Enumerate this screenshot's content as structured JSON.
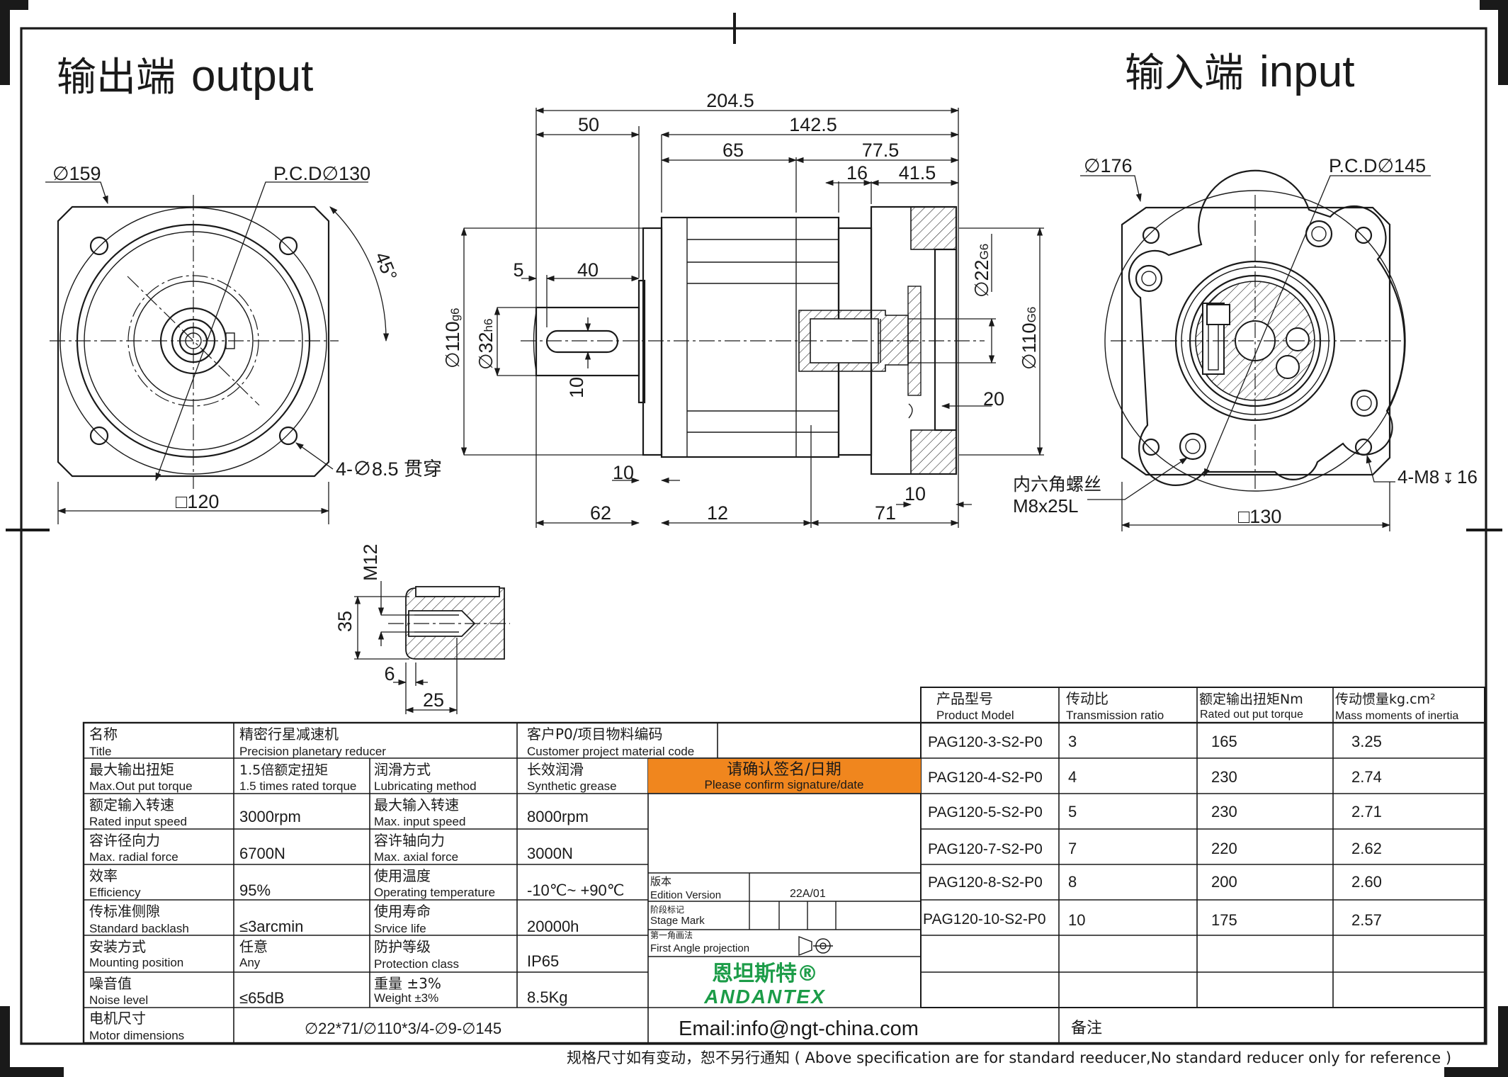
{
  "titles": {
    "output_cn": "输出端",
    "output_en": "output",
    "input_cn": "输入端",
    "input_en": "input"
  },
  "dimensions": {
    "overall_length": "204.5",
    "body_length": "142.5",
    "d_50": "50",
    "d_65": "65",
    "d_77_5": "77.5",
    "d_16": "16",
    "d_41_5": "41.5",
    "d_5": "5",
    "d_40": "40",
    "d_10_key": "10",
    "d_10_flange": "10",
    "d_62": "62",
    "d_12": "12",
    "d_71": "71",
    "d_10_small": "10",
    "d_20": "20",
    "shaft_dia": "∅32",
    "shaft_tol": "h6",
    "pilot_out": "∅110",
    "pilot_out_tol": "g6",
    "pilot_in": "∅110",
    "pilot_in_tol": "G6",
    "motor_shaft": "∅22",
    "motor_shaft_tol": "G6",
    "out_circle": "∅159",
    "out_pcd": "P.C.D∅130",
    "out_angle": "45°",
    "out_holes": "4-∅8.5 贯穿",
    "out_square": "□120",
    "in_circle": "∅176",
    "in_pcd": "P.C.D∅145",
    "in_holes": "4-M8",
    "in_holes_depth": "16",
    "in_square": "□130",
    "hex_screw_cn": "内六角螺丝",
    "hex_screw_spec": "M8x25L",
    "thread": "M12",
    "d_35": "35",
    "d_6": "6",
    "d_25": "25"
  },
  "spec": {
    "name": {
      "cn": "名称",
      "en": "Title",
      "value_cn": "精密行星减速机",
      "value_en": "Precision planetary reducer"
    },
    "customer": {
      "cn": "客户P0/项目物料编码",
      "en": "Customer project material code"
    },
    "max_torque": {
      "cn": "最大输出扭矩",
      "en": "Max.Out put torque",
      "value_cn": "1.5倍额定扭矩",
      "value_en": "1.5 times rated torque"
    },
    "lubrication": {
      "cn": "润滑方式",
      "en": "Lubricating method",
      "value_cn": "长效润滑",
      "value_en": "Synthetic grease"
    },
    "confirm": {
      "cn": "请确认签名/日期",
      "en": "Please confirm signature/date"
    },
    "rated_speed": {
      "cn": "额定输入转速",
      "en": "Rated input speed",
      "value": "3000rpm"
    },
    "max_speed": {
      "cn": "最大输入转速",
      "en": "Max. input speed",
      "value": "8000rpm"
    },
    "radial": {
      "cn": "容许径向力",
      "en": "Max. radial force",
      "value": "6700N"
    },
    "axial": {
      "cn": "容许轴向力",
      "en": "Max. axial force",
      "value": "3000N"
    },
    "efficiency": {
      "cn": "效率",
      "en": "Efficiency",
      "value": "95%"
    },
    "temperature": {
      "cn": "使用温度",
      "en": "Operating temperature",
      "value": "-10℃~ +90℃"
    },
    "backlash": {
      "cn": "传标准侧隙",
      "en": "Standard backlash",
      "value": "≤3arcmin"
    },
    "life": {
      "cn": "使用寿命",
      "en": "Srvice life",
      "value": "20000h"
    },
    "mounting": {
      "cn": "安装方式",
      "en": "Mounting position",
      "value_cn": "任意",
      "value_en": "Any"
    },
    "protection": {
      "cn": "防护等级",
      "en": "Protection class",
      "value": "IP65"
    },
    "noise": {
      "cn": "噪音值",
      "en": "Noise level",
      "value": "≤65dB"
    },
    "weight": {
      "cn": "重量 ±3%",
      "en": "Weight ±3%",
      "value": "8.5Kg"
    },
    "motor": {
      "cn": "电机尺寸",
      "en": "Motor dimensions",
      "value": "∅22*71/∅110*3/4-∅9-∅145"
    },
    "edition": {
      "cn": "版本",
      "en": "Edition Version",
      "value": "22A/01"
    },
    "stage": {
      "cn": "阶段标记",
      "en": "Stage Mark"
    },
    "projection": {
      "cn": "第一角画法",
      "en": "First Angle projection"
    },
    "brand_cn": "恩坦斯特®",
    "brand_en": "ANDANTEX",
    "email": "Email:info@ngt-china.com",
    "remark": "备注"
  },
  "model_table": {
    "headers": [
      {
        "cn": "产品型号",
        "en": "Product Model"
      },
      {
        "cn": "传动比",
        "en": "Transmission ratio"
      },
      {
        "cn": "额定输出扭矩Nm",
        "en": "Rated out put torque"
      },
      {
        "cn": "传动惯量kg.cm²",
        "en": "Mass moments of inertia"
      }
    ],
    "rows": [
      [
        "PAG120-3-S2-P0",
        "3",
        "165",
        "3.25"
      ],
      [
        "PAG120-4-S2-P0",
        "4",
        "230",
        "2.74"
      ],
      [
        "PAG120-5-S2-P0",
        "5",
        "230",
        "2.71"
      ],
      [
        "PAG120-7-S2-P0",
        "7",
        "220",
        "2.62"
      ],
      [
        "PAG120-8-S2-P0",
        "8",
        "200",
        "2.60"
      ],
      [
        "PAG120-10-S2-P0",
        "10",
        "175",
        "2.57"
      ]
    ]
  },
  "footer": "规格尺寸如有变动，恕不另行通知  ( Above specification are for standard reeducer,No standard reducer only for reference )",
  "colors": {
    "confirm_bg": "#f0861e",
    "brand_green": "#1c9c48",
    "line": "#1a1a1a"
  }
}
